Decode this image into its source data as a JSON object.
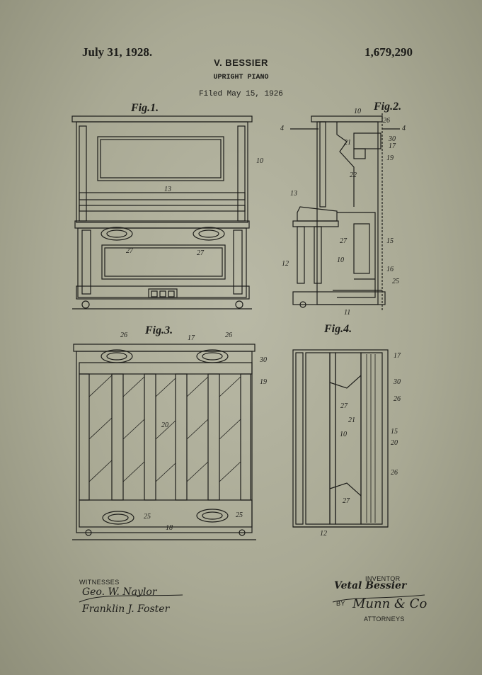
{
  "header": {
    "date": "July 31, 1928.",
    "patent_number": "1,679,290",
    "inventor": "V. BESSIER",
    "title": "UPRIGHT PIANO",
    "filed": "Filed May 15, 1926"
  },
  "figures": [
    {
      "label": "Fig.1.",
      "ref_numbers": [
        "10",
        "13",
        "27",
        "27",
        "12"
      ]
    },
    {
      "label": "Fig.2.",
      "ref_numbers": [
        "4",
        "10",
        "26",
        "30",
        "17",
        "19",
        "21",
        "22",
        "13",
        "27",
        "15",
        "10",
        "16",
        "25",
        "11",
        "4"
      ]
    },
    {
      "label": "Fig.3.",
      "ref_numbers": [
        "26",
        "17",
        "26",
        "30",
        "19",
        "20",
        "25",
        "25",
        "18"
      ]
    },
    {
      "label": "Fig.4.",
      "ref_numbers": [
        "17",
        "30",
        "26",
        "27",
        "21",
        "15",
        "10",
        "20",
        "26",
        "27",
        "12"
      ]
    }
  ],
  "footer": {
    "witnesses_label": "WITNESSES",
    "witness_1": "Geo. W. Naylor",
    "witness_2": "Franklin J. Foster",
    "inventor_label": "INVENTOR",
    "inventor_signature": "Vetal Bessier",
    "by_label": "BY",
    "attorney_signature": "Munn & Co",
    "attorneys_label": "ATTORNEYS"
  }
}
